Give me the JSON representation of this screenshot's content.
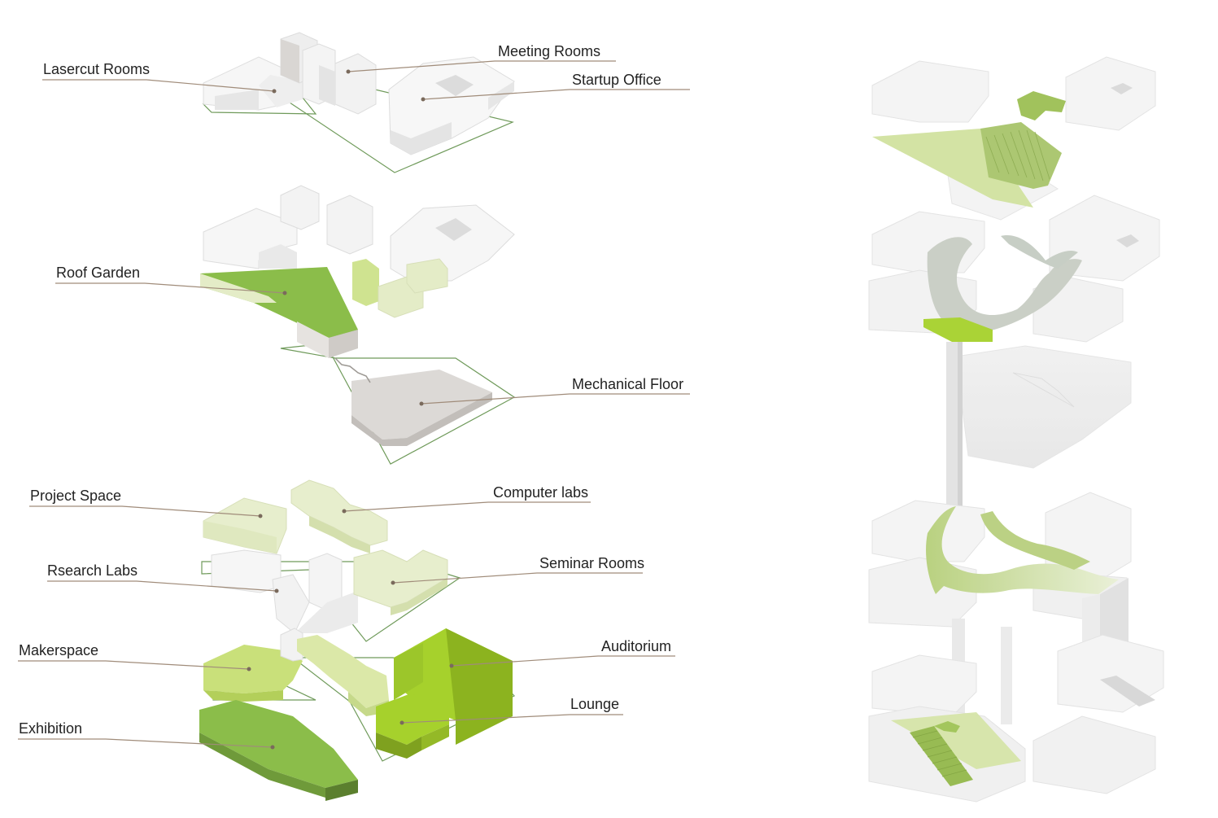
{
  "labels": {
    "lasercut_rooms": "Lasercut Rooms",
    "meeting_rooms": "Meeting Rooms",
    "startup_office": "Startup Office",
    "roof_garden": "Roof Garden",
    "mechanical_floor": "Mechanical Floor",
    "project_space": "Project Space",
    "computer_labs": "Computer labs",
    "research_labs": "Rsearch Labs",
    "seminar_rooms": "Seminar Rooms",
    "makerspace": "Makerspace",
    "auditorium": "Auditorium",
    "lounge": "Lounge",
    "exhibition": "Exhibition"
  },
  "colors": {
    "leader_line": "#a08c7a",
    "site_outline": "#6f9a5a",
    "white_block_top": "#f7f7f7",
    "white_block_side": "#e3e3e3",
    "grey_block": "#d6d3d1",
    "pale_green": "#e4ecc7",
    "light_green": "#c9e07a",
    "mid_green": "#9cc64a",
    "strong_green": "#a6d12c",
    "dark_green": "#7d9e2e",
    "ghost": "#ececec"
  }
}
